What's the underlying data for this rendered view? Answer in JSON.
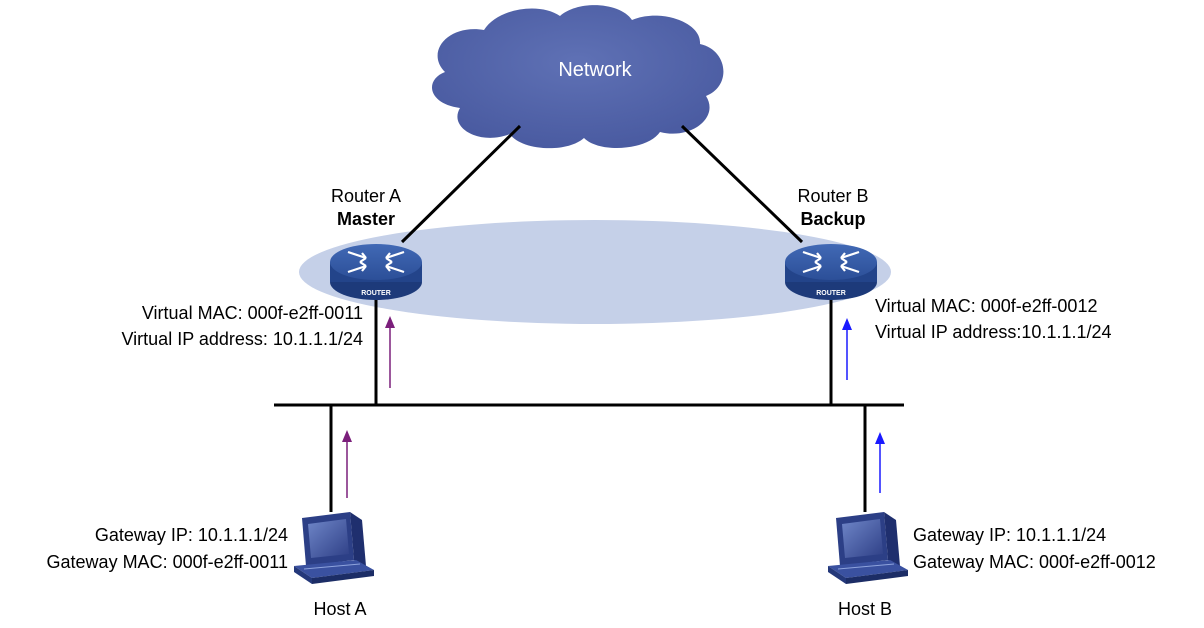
{
  "network": {
    "label": "Network"
  },
  "router_a": {
    "name": "Router A",
    "role": "Master",
    "badge": "ROUTER",
    "virtual_mac": "Virtual MAC: 000f-e2ff-0011",
    "virtual_ip": "Virtual IP address: 10.1.1.1/24"
  },
  "router_b": {
    "name": "Router B",
    "role": "Backup",
    "badge": "ROUTER",
    "virtual_mac": "Virtual MAC: 000f-e2ff-0012",
    "virtual_ip": "Virtual IP address:10.1.1.1/24"
  },
  "host_a": {
    "name": "Host A",
    "gateway_ip": "Gateway IP: 10.1.1.1/24",
    "gateway_mac": "Gateway MAC: 000f-e2ff-0011"
  },
  "host_b": {
    "name": "Host B",
    "gateway_ip": "Gateway IP: 10.1.1.1/24",
    "gateway_mac": "Gateway MAC: 000f-e2ff-0012"
  },
  "colors": {
    "cloud": "#4e5fa5",
    "vrrp_group": "#c5d0e8",
    "router_body": "#2f4f95",
    "arrow_a": "#7b1f7b",
    "arrow_b": "#1a1aff"
  }
}
